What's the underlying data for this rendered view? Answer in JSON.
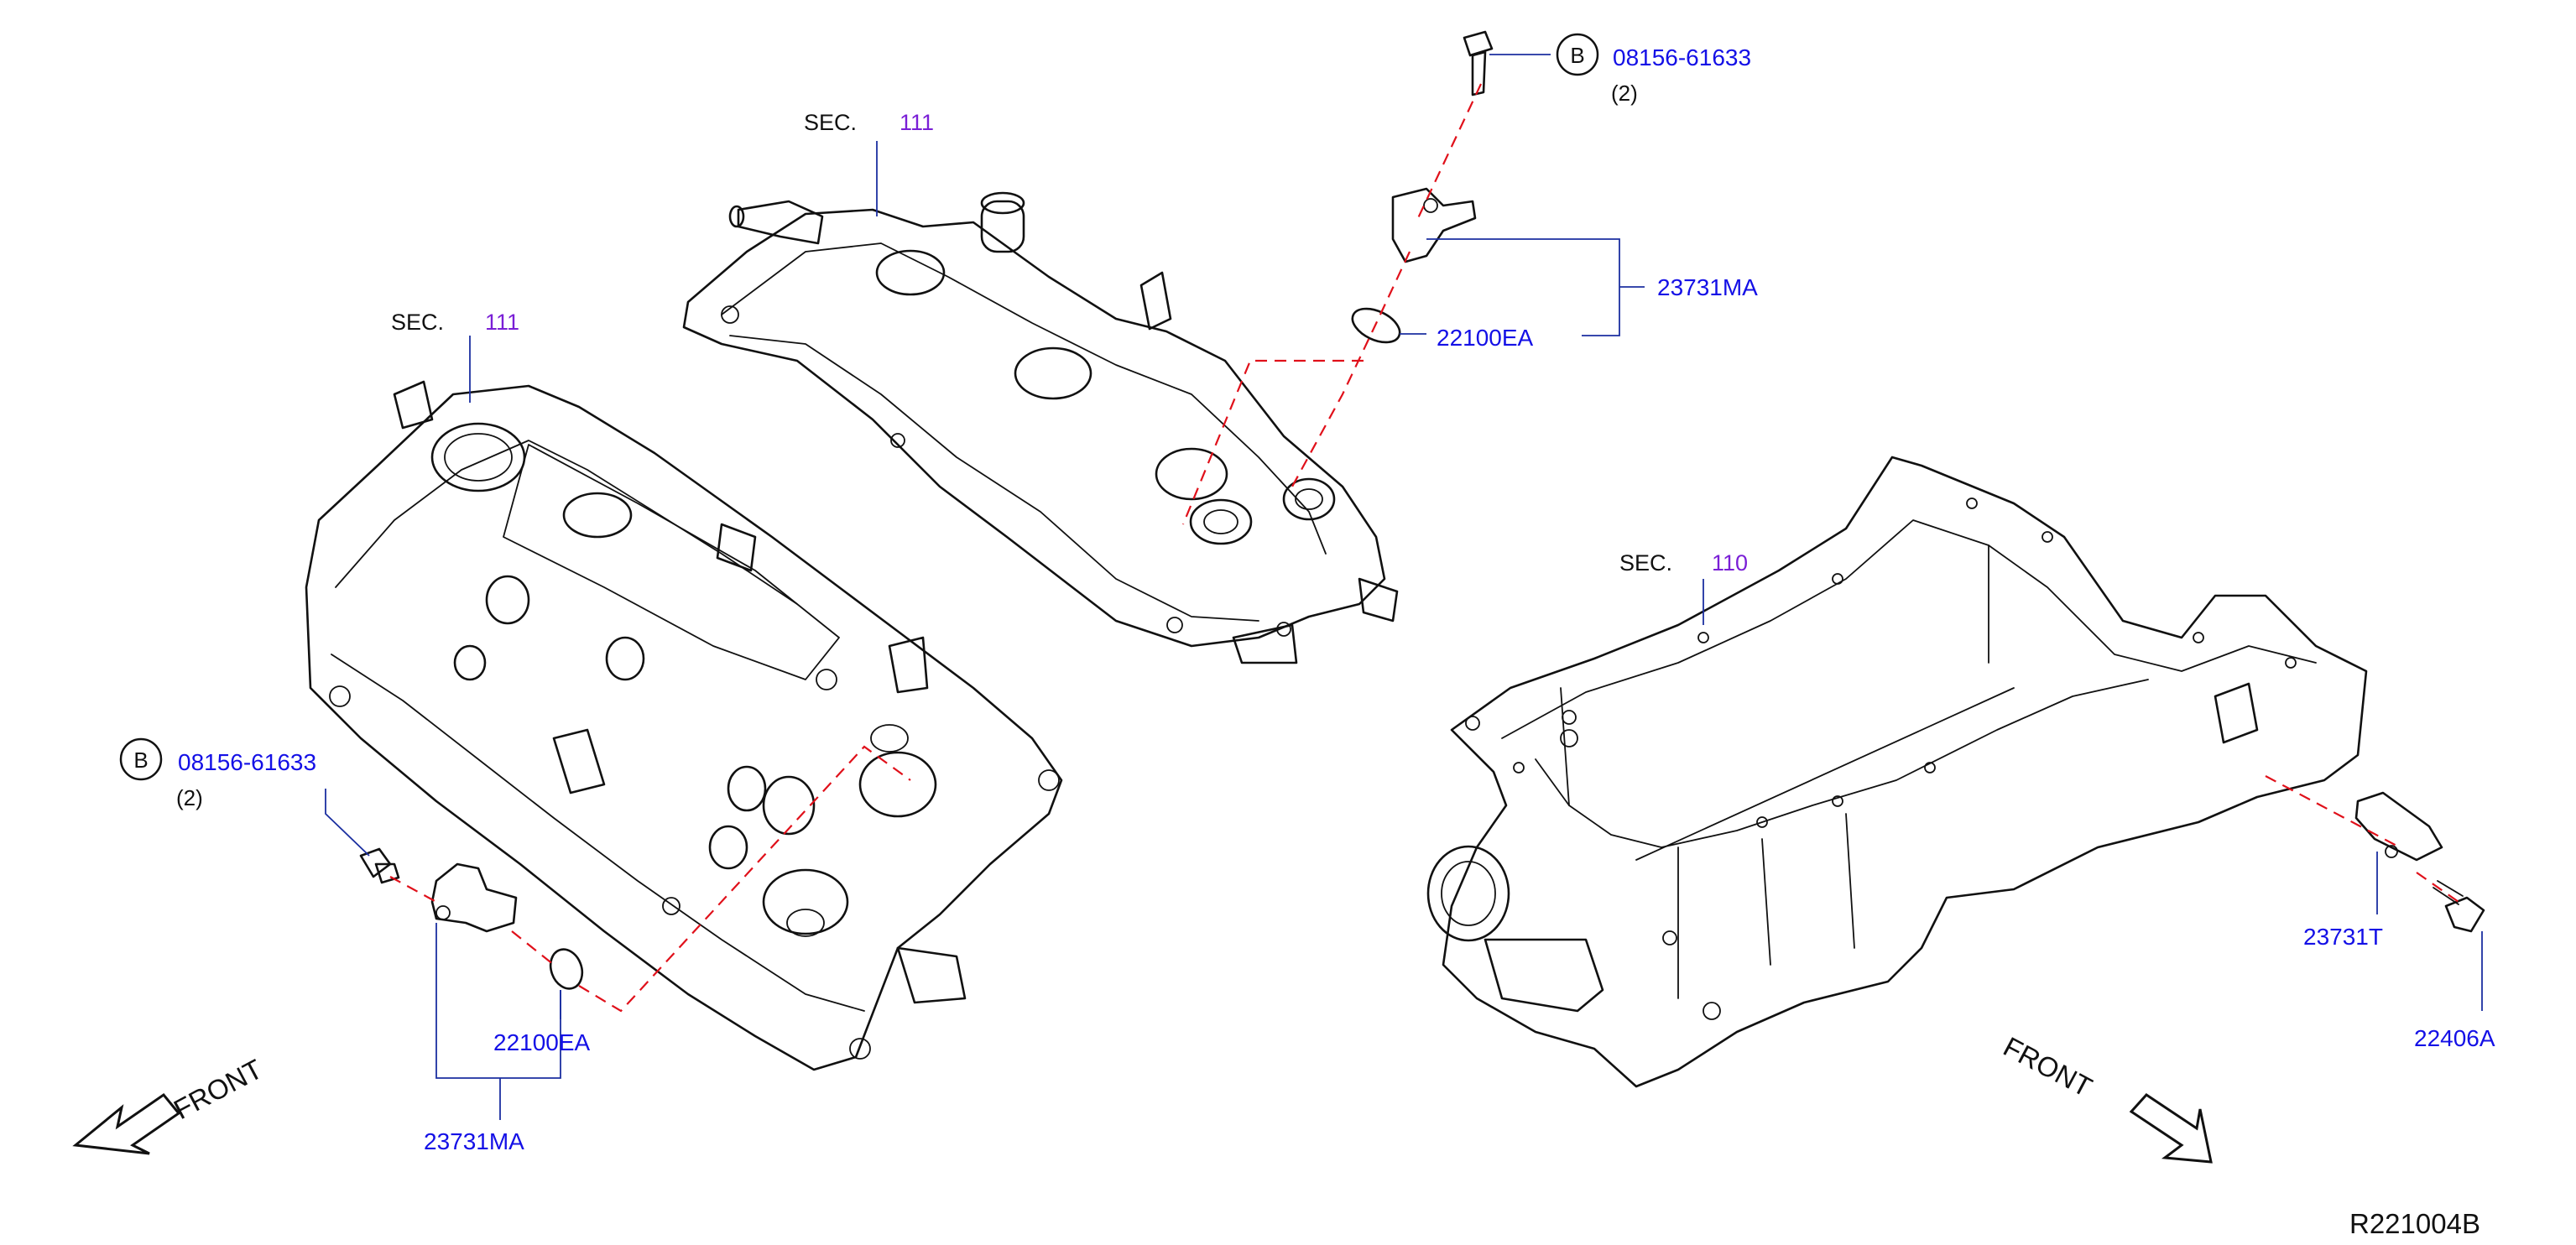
{
  "colors": {
    "part_number": "#1410e6",
    "section_number": "#7a1fd6",
    "text": "#111111",
    "leader": "#1b2fa0",
    "dashed_line": "#e0101a"
  },
  "sections": [
    {
      "prefix": "SEC.",
      "number": "111"
    },
    {
      "prefix": "SEC.",
      "number": "111"
    },
    {
      "prefix": "SEC.",
      "number": "110"
    }
  ],
  "callouts": [
    {
      "badge": "B",
      "part": "08156-61633",
      "qty": "(2)"
    },
    {
      "badge": "B",
      "part": "08156-61633",
      "qty": "(2)"
    }
  ],
  "parts": {
    "right_sensor": "23731MA",
    "right_oring": "22100EA",
    "left_oring": "22100EA",
    "left_sensor": "23731MA",
    "crank_sensor": "23731T",
    "crank_bolt": "22406A"
  },
  "front_labels": [
    "FRONT",
    "FRONT"
  ],
  "diagram_code": "R221004B"
}
